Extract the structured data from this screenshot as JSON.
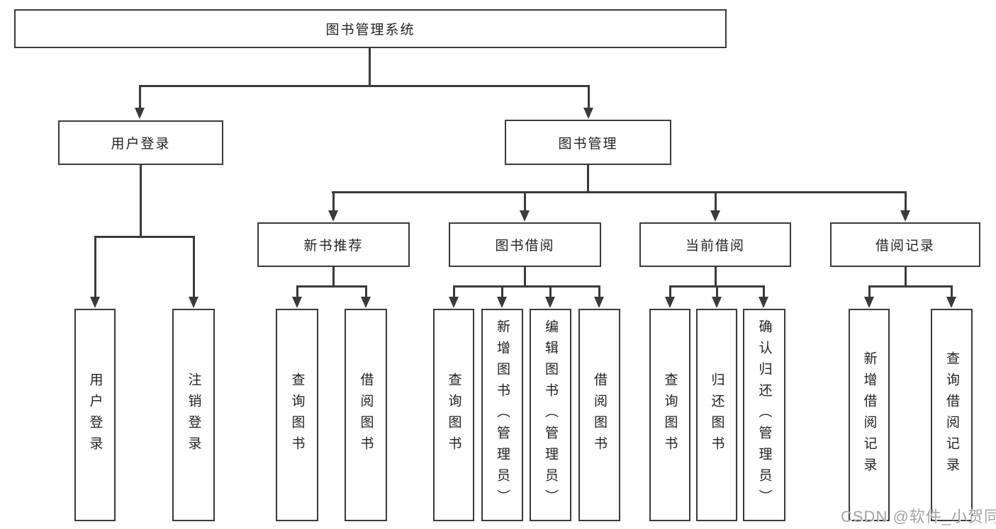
{
  "diagram": {
    "title": "图书管理系统",
    "root": {
      "label": "图书管理系统"
    },
    "level2": [
      {
        "id": "user-login",
        "label": "用户登录"
      },
      {
        "id": "book-management",
        "label": "图书管理"
      }
    ],
    "level3": [
      {
        "id": "new-book-recommend",
        "label": "新书推荐",
        "parent": "图书管理"
      },
      {
        "id": "book-borrow",
        "label": "图书借阅",
        "parent": "图书管理"
      },
      {
        "id": "current-borrow",
        "label": "当前借阅",
        "parent": "图书管理"
      },
      {
        "id": "borrow-records",
        "label": "借阅记录",
        "parent": "图书管理"
      }
    ],
    "leaves": [
      {
        "parent": "用户登录",
        "label": "用户登录"
      },
      {
        "parent": "用户登录",
        "label": "注销登录"
      },
      {
        "parent": "新书推荐",
        "label": "查询图书"
      },
      {
        "parent": "新书推荐",
        "label": "借阅图书"
      },
      {
        "parent": "图书借阅",
        "label": "查询图书"
      },
      {
        "parent": "图书借阅",
        "label": "新增图书（管理员）"
      },
      {
        "parent": "图书借阅",
        "label": "编辑图书（管理员）"
      },
      {
        "parent": "图书借阅",
        "label": "借阅图书"
      },
      {
        "parent": "当前借阅",
        "label": "查询图书"
      },
      {
        "parent": "当前借阅",
        "label": "归还图书"
      },
      {
        "parent": "当前借阅",
        "label": "确认归还（管理员）"
      },
      {
        "parent": "借阅记录",
        "label": "新增借阅记录"
      },
      {
        "parent": "借阅记录",
        "label": "查询借阅记录"
      }
    ],
    "watermark": "CSDN @软件_小贺同学",
    "colors": {
      "line": "#3a3a3a",
      "text": "#222222",
      "watermark": "#a3a3a3",
      "background": "#ffffff"
    }
  }
}
